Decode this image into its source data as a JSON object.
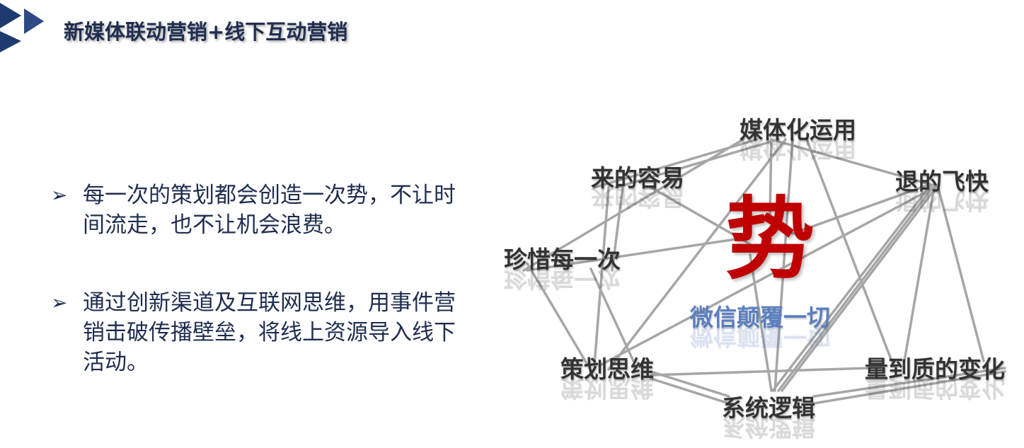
{
  "header": {
    "title": "新媒体联动营销+线下互动营销"
  },
  "bullets": [
    {
      "text": "每一次的策划都会创造一次势，不让时间流走，也不让机会浪费。"
    },
    {
      "text": "通过创新渠道及互联网思维，用事件营销击破传播壁垒，将线上资源导入线下活动。"
    }
  ],
  "diagram": {
    "center_char": "势",
    "center_subtitle": "微信颠覆一切",
    "nodes": [
      {
        "id": "media",
        "label": "媒体化运用"
      },
      {
        "id": "easy",
        "label": "来的容易"
      },
      {
        "id": "fast",
        "label": "退的飞快"
      },
      {
        "id": "cherish",
        "label": "珍惜每一次"
      },
      {
        "id": "strategy",
        "label": "策划思维"
      },
      {
        "id": "quality",
        "label": "量到质的变化"
      },
      {
        "id": "system",
        "label": "系统逻辑"
      }
    ]
  },
  "colors": {
    "title": "#1f2d4f",
    "body": "#1f2d4f",
    "accent": "#c00000",
    "subtitle": "#5b7fc0",
    "line": "#a6a6a6"
  }
}
